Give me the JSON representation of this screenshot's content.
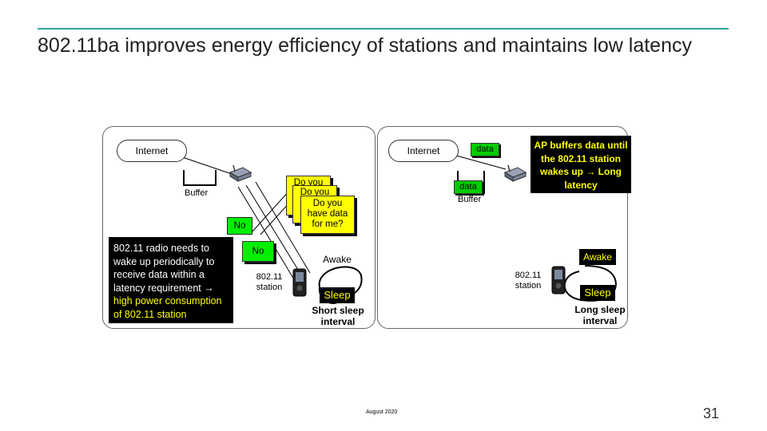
{
  "slide": {
    "title": "802.11ba improves energy efficiency of stations and maintains low latency",
    "page_number": "31",
    "date": "August 2020"
  },
  "left_panel": {
    "internet": "Internet",
    "buffer": "Buffer",
    "note_normal": "802.11 radio needs to wake up periodically to receive data within a latency requirement →",
    "note_highlight": "high power consumption of 802.11 station",
    "question_1": "Do you",
    "question_2": "Do you",
    "question_3": "Do you have data for me?",
    "reply_1": "No",
    "reply_2": "No",
    "station": "802.11 station",
    "awake": "Awake",
    "sleep": "Sleep",
    "interval": "Short sleep interval"
  },
  "right_panel": {
    "internet": "Internet",
    "data_1": "data",
    "data_2": "data",
    "buffer": "Buffer",
    "ap_note": "AP buffers data until the 802.11 station wakes up → Long latency",
    "station": "802.11 station",
    "awake": "Awake",
    "sleep": "Sleep",
    "interval": "Long sleep interval"
  },
  "colors": {
    "accent_line": "#2aa79b",
    "highlight_yellow": "#ffff00",
    "tag_green": "#00ee00"
  }
}
